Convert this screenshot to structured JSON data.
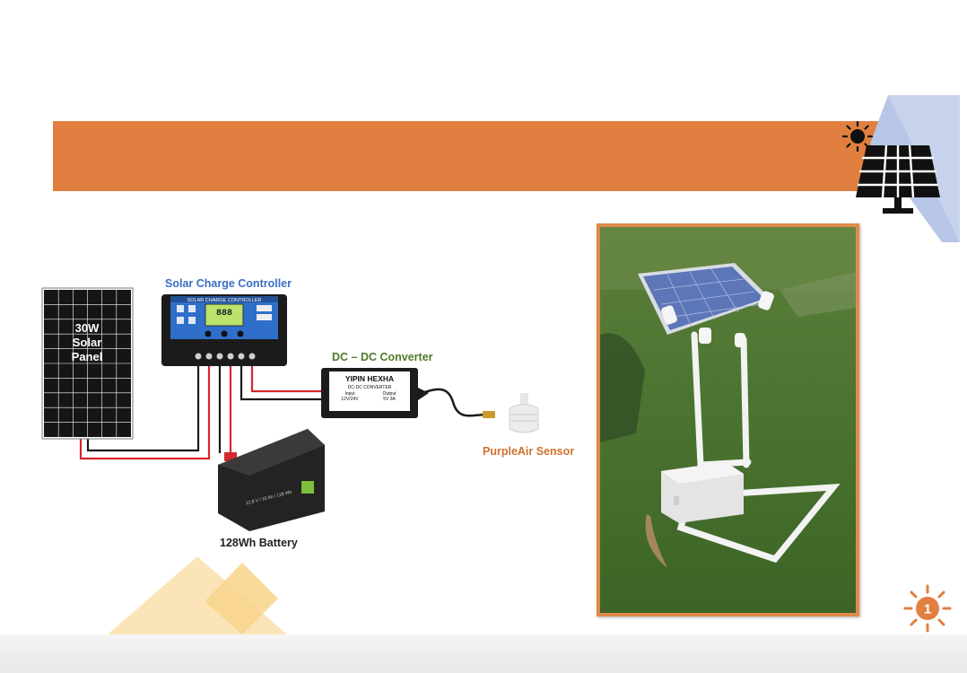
{
  "banner": {
    "color": "#e07f3f"
  },
  "icons": {
    "sun": "sun-icon",
    "solar_panel": "solar-panel-icon",
    "page_badge": "sun-page-number-icon"
  },
  "diagram": {
    "panel_label_line1": "30W",
    "panel_label_line2": "Solar",
    "panel_label_line3": "Panel",
    "charge_controller_title": "Solar Charge Controller",
    "charge_controller_header": "SOLAR CHARGE CONTROLLER",
    "charge_controller_display": "888",
    "converter_title": "DC – DC Converter",
    "converter_brand": "YIPIN HEXHA",
    "converter_subtitle": "DC-DC CONVERTER",
    "converter_input": "Input",
    "converter_input_value": "12V/24V",
    "converter_output": "Output",
    "converter_output_value": "5V 3A",
    "sensor_title": "PurpleAir Sensor",
    "battery_title": "128Wh Battery",
    "battery_spec": "12.8 V / 10 Ah / 128 Wh",
    "wire_colors": {
      "positive": "#d9262b",
      "negative": "#1a1a1a"
    }
  },
  "page": {
    "number": "1",
    "accent": "#e07f3f"
  },
  "photo": {
    "description_icon": "solar-sensor-photo"
  }
}
